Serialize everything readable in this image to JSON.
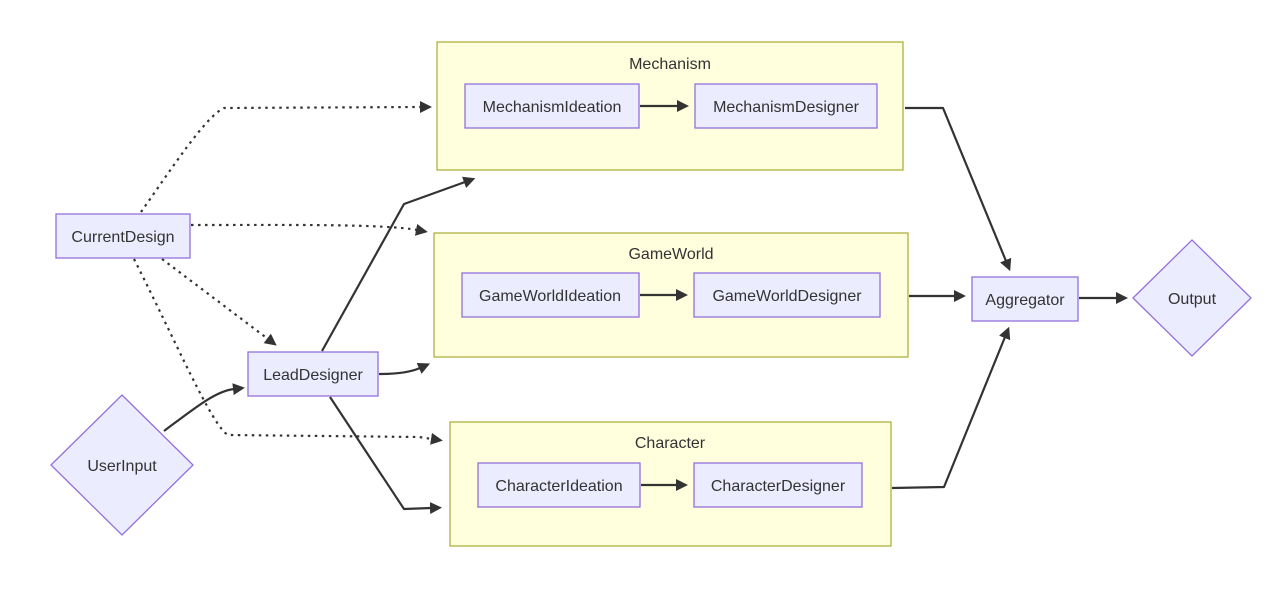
{
  "diagram": {
    "type": "flowchart",
    "direction": "left-to-right",
    "colors": {
      "background": "#ffffff",
      "node_fill": "#ececff",
      "node_border": "#9370db",
      "subgraph_fill": "#ffffde",
      "subgraph_border": "#aaaa33",
      "edge": "#333333",
      "text": "#333333"
    },
    "subgraphs": {
      "mechanism": {
        "title": "Mechanism"
      },
      "gameworld": {
        "title": "GameWorld"
      },
      "character": {
        "title": "Character"
      }
    },
    "nodes": {
      "current_design": {
        "label": "CurrentDesign",
        "shape": "rect"
      },
      "user_input": {
        "label": "UserInput",
        "shape": "diamond"
      },
      "lead_designer": {
        "label": "LeadDesigner",
        "shape": "rect"
      },
      "mechanism_ideation": {
        "label": "MechanismIdeation",
        "shape": "rect"
      },
      "mechanism_designer": {
        "label": "MechanismDesigner",
        "shape": "rect"
      },
      "gameworld_ideation": {
        "label": "GameWorldIdeation",
        "shape": "rect"
      },
      "gameworld_designer": {
        "label": "GameWorldDesigner",
        "shape": "rect"
      },
      "character_ideation": {
        "label": "CharacterIdeation",
        "shape": "rect"
      },
      "character_designer": {
        "label": "CharacterDesigner",
        "shape": "rect"
      },
      "aggregator": {
        "label": "Aggregator",
        "shape": "rect"
      },
      "output": {
        "label": "Output",
        "shape": "diamond"
      }
    },
    "edges": [
      {
        "from": "CurrentDesign",
        "to": "Mechanism",
        "style": "dotted"
      },
      {
        "from": "CurrentDesign",
        "to": "GameWorld",
        "style": "dotted"
      },
      {
        "from": "CurrentDesign",
        "to": "Character",
        "style": "dotted"
      },
      {
        "from": "CurrentDesign",
        "to": "LeadDesigner",
        "style": "dotted"
      },
      {
        "from": "UserInput",
        "to": "LeadDesigner",
        "style": "solid"
      },
      {
        "from": "LeadDesigner",
        "to": "Mechanism",
        "style": "solid"
      },
      {
        "from": "LeadDesigner",
        "to": "GameWorld",
        "style": "solid"
      },
      {
        "from": "LeadDesigner",
        "to": "Character",
        "style": "solid"
      },
      {
        "from": "MechanismIdeation",
        "to": "MechanismDesigner",
        "style": "solid"
      },
      {
        "from": "GameWorldIdeation",
        "to": "GameWorldDesigner",
        "style": "solid"
      },
      {
        "from": "CharacterIdeation",
        "to": "CharacterDesigner",
        "style": "solid"
      },
      {
        "from": "MechanismDesigner",
        "to": "Aggregator",
        "style": "solid"
      },
      {
        "from": "GameWorldDesigner",
        "to": "Aggregator",
        "style": "solid"
      },
      {
        "from": "CharacterDesigner",
        "to": "Aggregator",
        "style": "solid"
      },
      {
        "from": "Aggregator",
        "to": "Output",
        "style": "solid"
      }
    ]
  }
}
